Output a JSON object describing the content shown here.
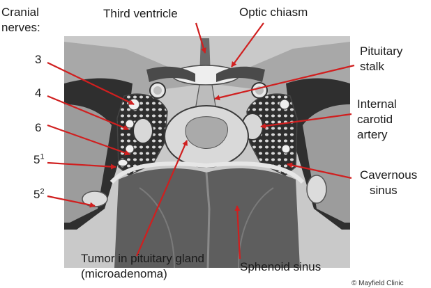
{
  "labels": {
    "cranial_nerves_line1": "Cranial",
    "cranial_nerves_line2": "nerves:",
    "third_ventricle": "Third ventricle",
    "optic_chiasm": "Optic chiasm",
    "pituitary_stalk_line1": "Pituitary",
    "pituitary_stalk_line2": "stalk",
    "internal_carotid_line1": "Internal",
    "internal_carotid_line2": "carotid",
    "internal_carotid_line3": "artery",
    "cavernous_sinus_line1": "Cavernous",
    "cavernous_sinus_line2": "sinus",
    "tumor_line1": "Tumor in pituitary gland",
    "tumor_line2": "(microadenoma)",
    "sphenoid_sinus": "Sphenoid sinus",
    "credit": "© Mayfield Clinic"
  },
  "nerves": {
    "n3": "3",
    "n4": "4",
    "n6": "6",
    "n5_1_base": "5",
    "n5_1_sup": "1",
    "n5_2_base": "5",
    "n5_2_sup": "2"
  },
  "colors": {
    "pointer": "#d01f1f",
    "background_tissue": "#c9c9c9",
    "dark_tissue": "#3f3f3f",
    "sinus_fill": "#5e5e5e",
    "gland": "#d9d9d9"
  }
}
